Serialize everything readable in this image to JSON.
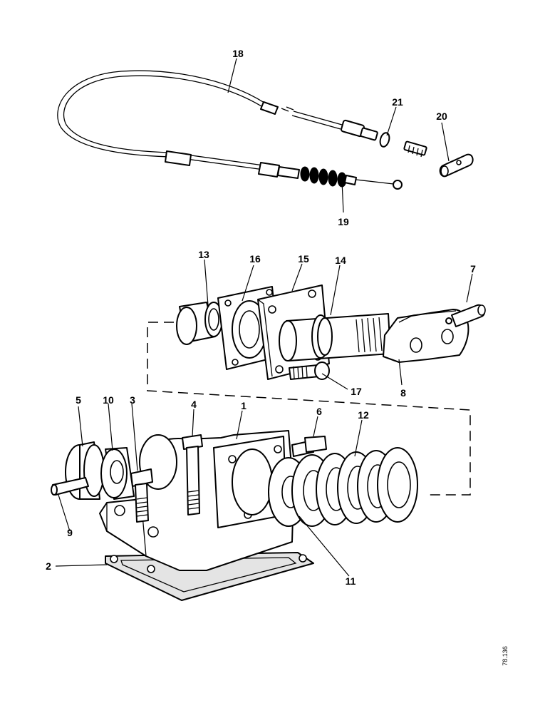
{
  "diagram": {
    "reference_code": "78.136",
    "callouts": [
      {
        "id": "1",
        "label": "1"
      },
      {
        "id": "2",
        "label": "2"
      },
      {
        "id": "3",
        "label": "3"
      },
      {
        "id": "4",
        "label": "4"
      },
      {
        "id": "5",
        "label": "5"
      },
      {
        "id": "6",
        "label": "6"
      },
      {
        "id": "7",
        "label": "7"
      },
      {
        "id": "8",
        "label": "8"
      },
      {
        "id": "9",
        "label": "9"
      },
      {
        "id": "10",
        "label": "10"
      },
      {
        "id": "11",
        "label": "11"
      },
      {
        "id": "12",
        "label": "12"
      },
      {
        "id": "13",
        "label": "13"
      },
      {
        "id": "14",
        "label": "14"
      },
      {
        "id": "15",
        "label": "15"
      },
      {
        "id": "16",
        "label": "16"
      },
      {
        "id": "17",
        "label": "17"
      },
      {
        "id": "18",
        "label": "18"
      },
      {
        "id": "19",
        "label": "19"
      },
      {
        "id": "20",
        "label": "20"
      },
      {
        "id": "21",
        "label": "21"
      }
    ]
  }
}
